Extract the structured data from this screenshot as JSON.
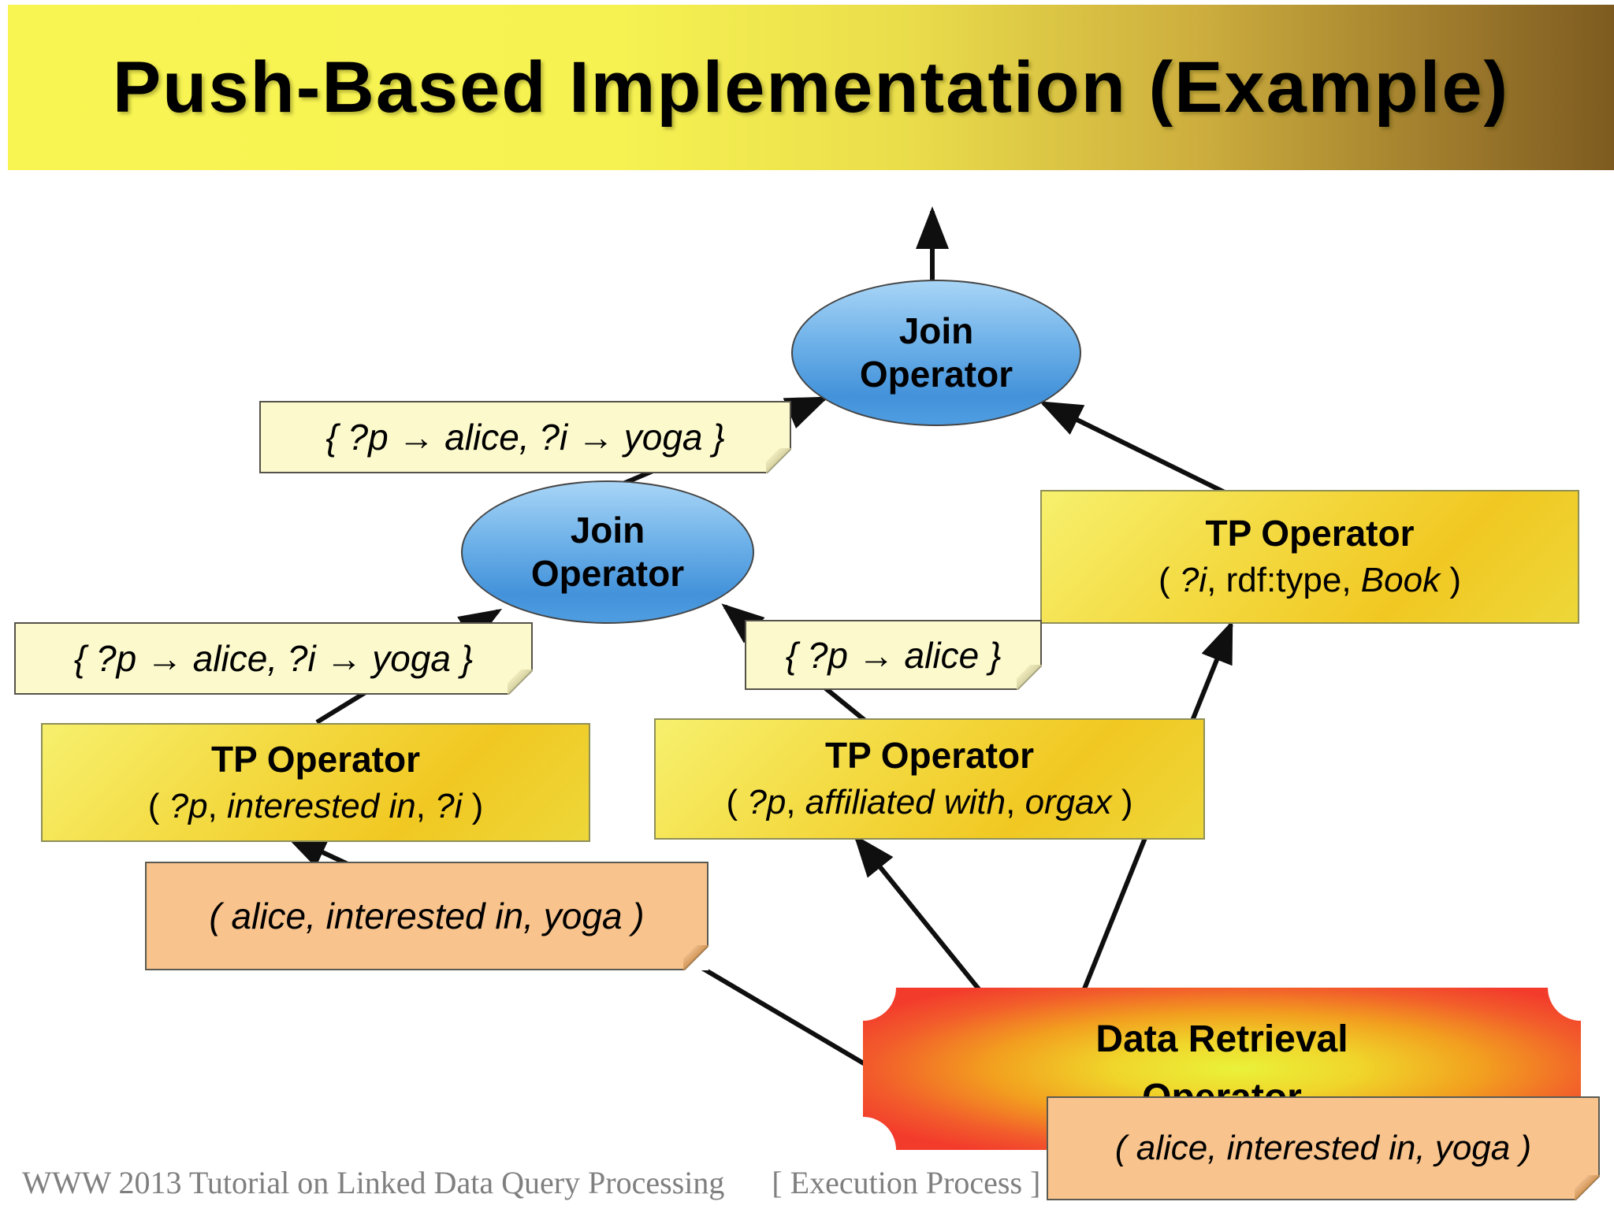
{
  "slide": {
    "title": "Push-Based Implementation (Example)",
    "footer": {
      "left": "WWW 2013 Tutorial on Linked Data Query Processing",
      "right": "[ Execution Process ]"
    }
  },
  "nodes": {
    "join_top": {
      "label": "Join\nOperator"
    },
    "join_mid": {
      "label": "Join\nOperator"
    },
    "tp_left": {
      "title": "TP Operator",
      "tuple": [
        {
          "t": "( "
        },
        {
          "t": "?p",
          "i": true
        },
        {
          "t": ", "
        },
        {
          "t": "interested in",
          "i": true
        },
        {
          "t": ", "
        },
        {
          "t": "?i",
          "i": true
        },
        {
          "t": " )"
        }
      ]
    },
    "tp_mid": {
      "title": "TP Operator",
      "tuple": [
        {
          "t": "( "
        },
        {
          "t": "?p",
          "i": true
        },
        {
          "t": ", "
        },
        {
          "t": "affiliated with",
          "i": true
        },
        {
          "t": ", "
        },
        {
          "t": "orgax",
          "i": true
        },
        {
          "t": " )"
        }
      ]
    },
    "tp_right": {
      "title": "TP Operator",
      "tuple": [
        {
          "t": "( "
        },
        {
          "t": "?i",
          "i": true
        },
        {
          "t": ", rdf:type, "
        },
        {
          "t": "Book",
          "i": true
        },
        {
          "t": " )"
        }
      ]
    },
    "data_retrieval": {
      "label": "Data Retrieval\nOperator"
    }
  },
  "annotations": {
    "binding_top": "{ ?p → alice, ?i → yoga }",
    "binding_left": "{ ?p → alice, ?i → yoga }",
    "binding_mid": "{ ?p → alice }",
    "triple_left": "( alice, interested in, yoga )",
    "triple_bottom": "( alice, interested in, yoga )"
  },
  "colors": {
    "title_band_start": "#f8f553",
    "title_band_end": "#7d5b20",
    "join_ellipse_top": "#a8d5f6",
    "join_ellipse_bottom": "#4392da",
    "tp_box_light": "#f7f06d",
    "tp_box_gold": "#f1c822",
    "note_cream": "#fcfacd",
    "note_orange": "#f8c38c",
    "data_box_center": "#eaf23a",
    "data_box_edge": "#f33b2c",
    "edge_stroke": "#0f0f0f",
    "footer_text": "#7f7f7f"
  }
}
